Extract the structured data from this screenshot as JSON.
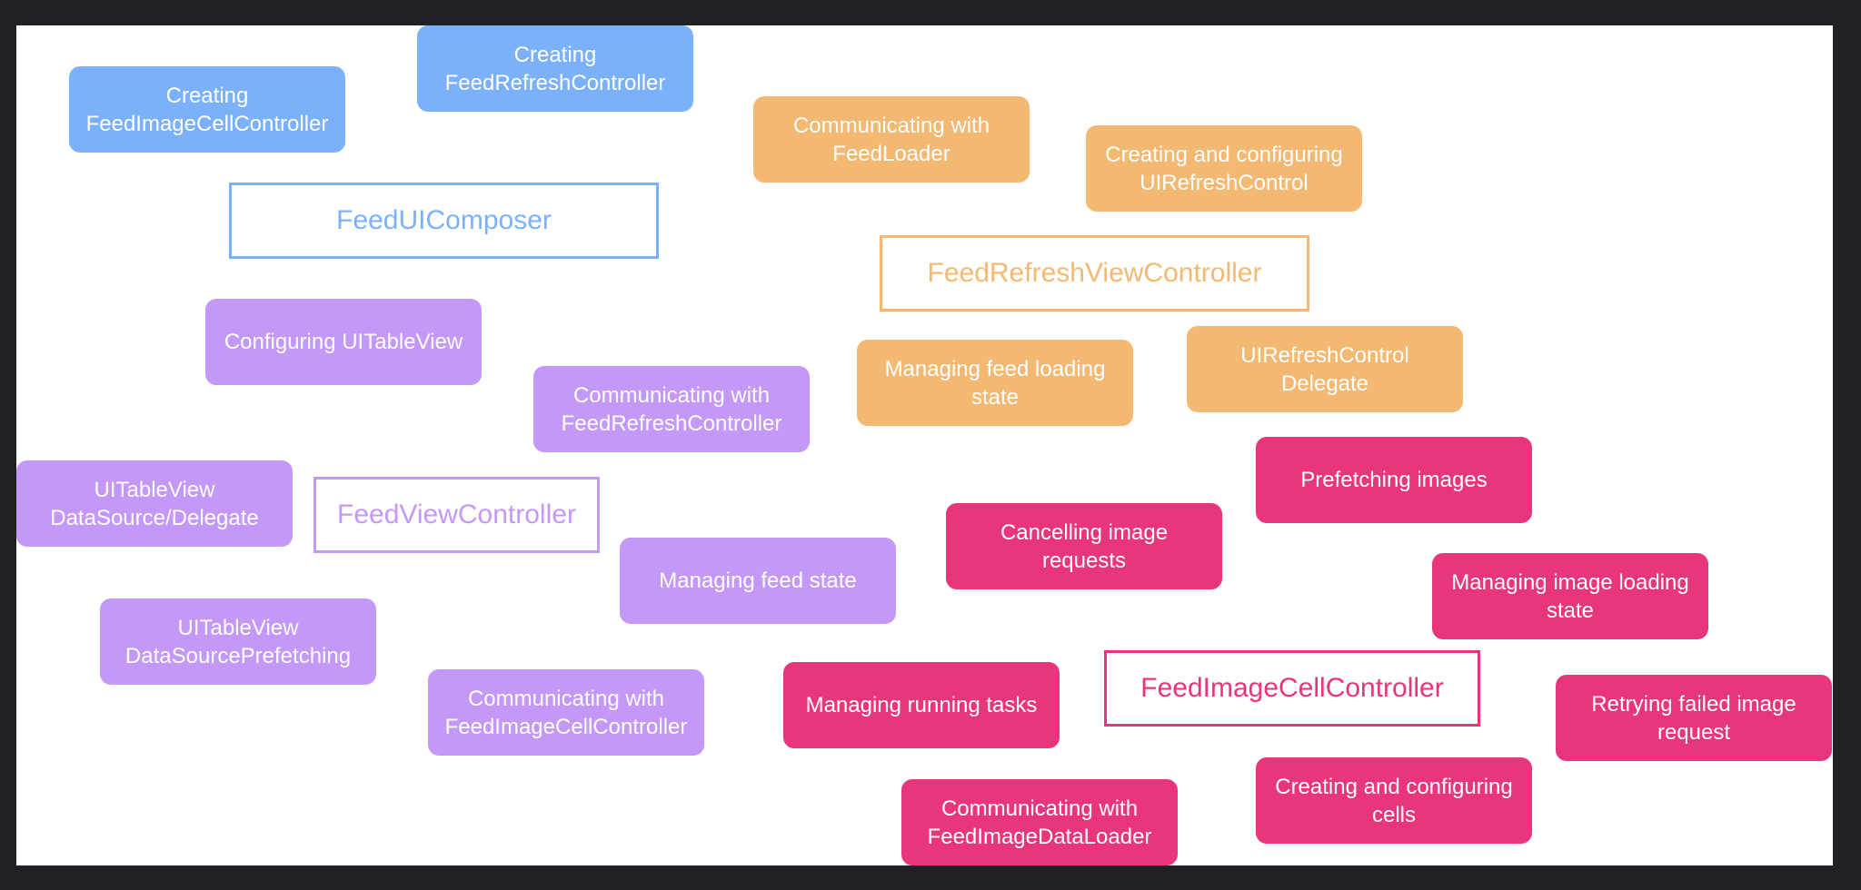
{
  "colors": {
    "background": "#202124",
    "canvas": "#ffffff",
    "blue": "#7bb1fb",
    "purple": "#c398f8",
    "orange": "#f3b871",
    "pink": "#e8357b"
  },
  "blue_group": {
    "component": "FeedUIComposer",
    "responsibilities": [
      "Creating\nFeedImageCellController",
      "Creating\nFeedRefreshController"
    ]
  },
  "purple_group": {
    "component": "FeedViewController",
    "responsibilities": [
      "Configuring UITableView",
      "Communicating with\nFeedRefreshController",
      "UITableView\nDataSource/Delegate",
      "Managing feed state",
      "UITableView\nDataSourcePrefetching",
      "Communicating with\nFeedImageCellController"
    ]
  },
  "orange_group": {
    "component": "FeedRefreshViewController",
    "responsibilities": [
      "Communicating with\nFeedLoader",
      "Creating and configuring\nUIRefreshControl",
      "Managing feed loading\nstate",
      "UIRefreshControl\nDelegate"
    ]
  },
  "pink_group": {
    "component": "FeedImageCellController",
    "responsibilities": [
      "Prefetching images",
      "Cancelling image\nrequests",
      "Managing image loading\nstate",
      "Managing running tasks",
      "Retrying failed image\nrequest",
      "Communicating with\nFeedImageDataLoader",
      "Creating and configuring\ncells"
    ]
  }
}
